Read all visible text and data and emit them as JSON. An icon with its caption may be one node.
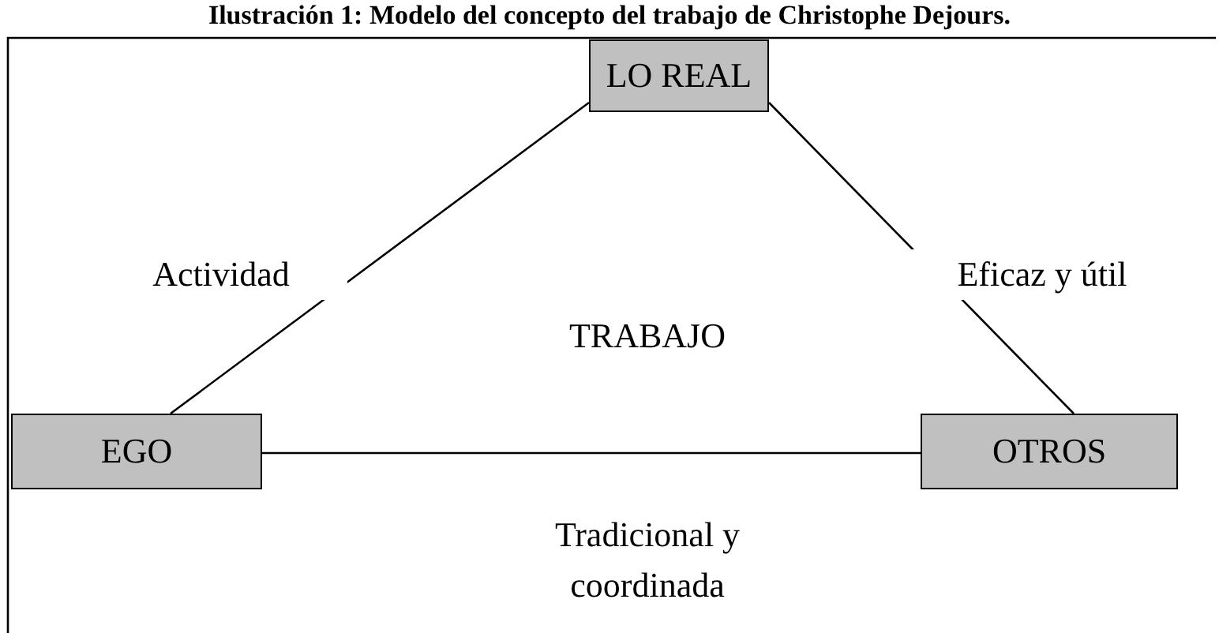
{
  "diagram": {
    "title": "Ilustración 1: Modelo del concepto del trabajo de Christophe Dejours.",
    "nodes": [
      {
        "text": [
          "LO REAL"
        ]
      },
      {
        "text": [
          "EGO"
        ]
      },
      {
        "text": [
          "OTROS"
        ]
      }
    ],
    "edges": [
      {
        "from": 0,
        "to": 1,
        "arrow": "none",
        "label": "Actividad"
      },
      {
        "from": 0,
        "to": 2,
        "arrow": "none",
        "label": "Eficaz y útil"
      },
      {
        "from": 1,
        "to": 2,
        "arrow": "none",
        "label": "Tradicional y coordinada"
      }
    ],
    "labels": [
      "TRABAJO"
    ]
  }
}
